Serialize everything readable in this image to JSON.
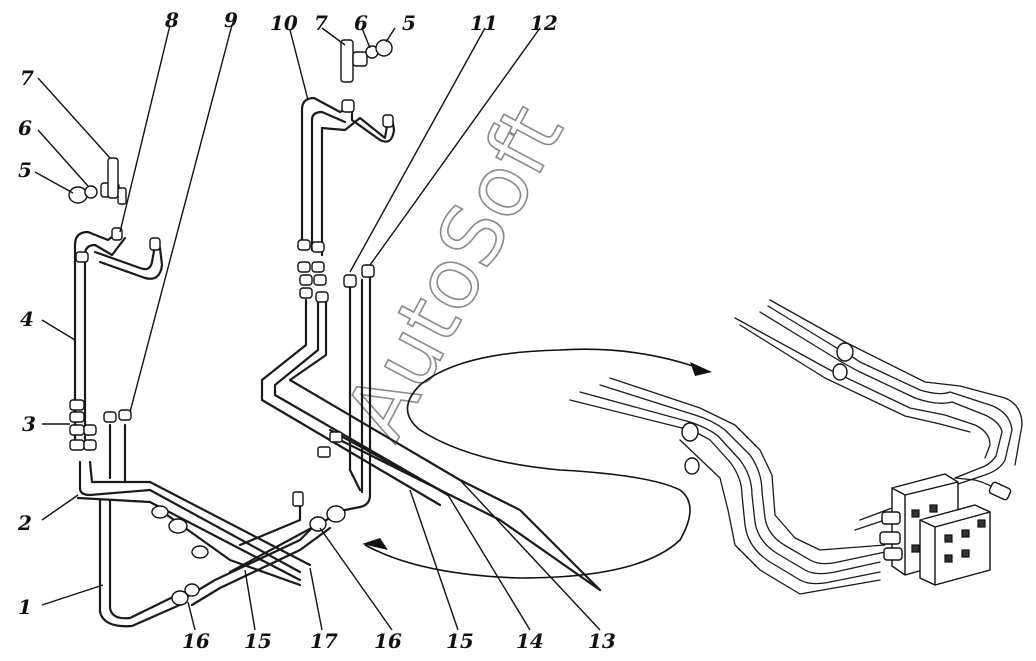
{
  "callouts": [
    {
      "id": "c1",
      "text": "1"
    },
    {
      "id": "c2",
      "text": "2"
    },
    {
      "id": "c3",
      "text": "3"
    },
    {
      "id": "c4",
      "text": "4"
    },
    {
      "id": "c5a",
      "text": "5"
    },
    {
      "id": "c6a",
      "text": "6"
    },
    {
      "id": "c7a",
      "text": "7"
    },
    {
      "id": "c8",
      "text": "8"
    },
    {
      "id": "c9",
      "text": "9"
    },
    {
      "id": "c10",
      "text": "10"
    },
    {
      "id": "c7b",
      "text": "7"
    },
    {
      "id": "c6b",
      "text": "6"
    },
    {
      "id": "c5b",
      "text": "5"
    },
    {
      "id": "c11",
      "text": "11"
    },
    {
      "id": "c12",
      "text": "12"
    },
    {
      "id": "c13",
      "text": "13"
    },
    {
      "id": "c14",
      "text": "14"
    },
    {
      "id": "c15a",
      "text": "15"
    },
    {
      "id": "c16a",
      "text": "16"
    },
    {
      "id": "c17",
      "text": "17"
    },
    {
      "id": "c15b",
      "text": "15"
    },
    {
      "id": "c16b",
      "text": "16"
    }
  ],
  "watermark": "AutoSoft",
  "icons": {
    "assembly_inset": "hydraulic-valve-block-icon",
    "transfer_arrows": "curved-arrow-icon"
  }
}
